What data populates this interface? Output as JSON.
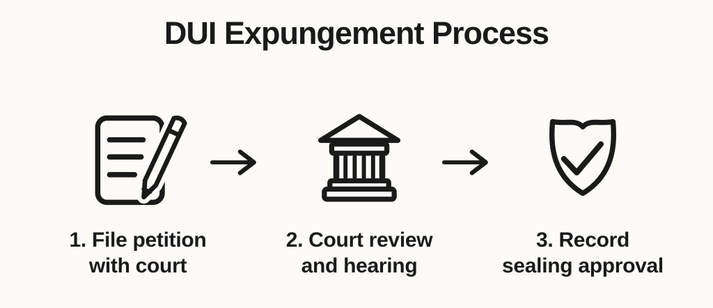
{
  "canvas": {
    "background": "#FDFBF8",
    "ink": "#1A1A1A"
  },
  "title": "DUI Expungement Process",
  "steps": [
    {
      "number": "1",
      "icon": "petition-document-pencil-icon",
      "label_line1": "1. File petition",
      "label_line2": "with court"
    },
    {
      "number": "2",
      "icon": "courthouse-icon",
      "label_line1": "2. Court review",
      "label_line2": "and hearing"
    },
    {
      "number": "3",
      "icon": "shield-check-icon",
      "label_line1": "3. Record",
      "label_line2": "sealing approval"
    }
  ],
  "connectors": [
    {
      "icon": "arrow-right-icon"
    },
    {
      "icon": "arrow-right-icon"
    }
  ]
}
